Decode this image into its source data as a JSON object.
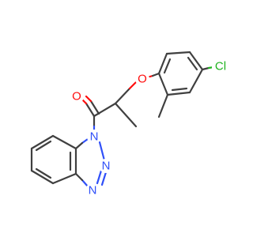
{
  "molecule": {
    "atoms": {
      "carbonyl_oxygen": {
        "label": "O",
        "color": "#ff0d0d"
      },
      "ether_oxygen": {
        "label": "O",
        "color": "#ff0d0d"
      },
      "chlorine": {
        "label": "Cl",
        "color": "#1fb31f"
      },
      "n1": {
        "label": "N",
        "color": "#3050f8"
      },
      "n2": {
        "label": "N",
        "color": "#3050f8"
      },
      "n3": {
        "label": "N",
        "color": "#3050f8"
      }
    },
    "colors": {
      "bond": "#404040",
      "oxygen": "#ff0d0d",
      "nitrogen": "#3050f8",
      "chlorine": "#1fb31f",
      "background": "#ffffff"
    }
  }
}
